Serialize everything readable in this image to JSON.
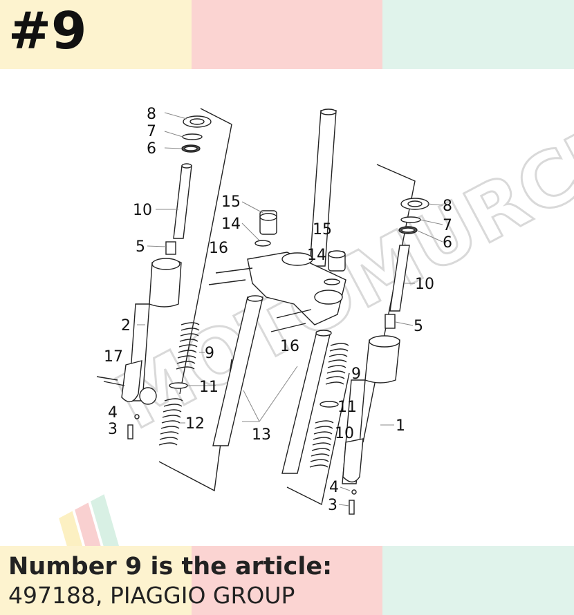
{
  "header": {
    "number_label": "#9"
  },
  "footer": {
    "line1": "Number 9 is the article:",
    "line2": "497188, PIAGGIO GROUP"
  },
  "watermark": {
    "text": "MOTOMURCIA"
  },
  "diagram": {
    "labels": {
      "l8a": "8",
      "l7a": "7",
      "l6a": "6",
      "l10a": "10",
      "l5a": "5",
      "l2": "2",
      "l17": "17",
      "l4a": "4",
      "l3a": "3",
      "l9a": "9",
      "l11a": "11",
      "l12": "12",
      "l15a": "15",
      "l14a": "14",
      "l16a": "16",
      "l15b": "15",
      "l14b": "14",
      "l16b": "16",
      "l13": "13",
      "l8b": "8",
      "l7b": "7",
      "l6b": "6",
      "l10b": "10",
      "l5b": "5",
      "l9b": "9",
      "l11b": "11",
      "l10c": "10",
      "l1": "1",
      "l4b": "4",
      "l3b": "3"
    }
  },
  "colors": {
    "band_yellow": "#fdf3cf",
    "band_pink": "#fbd4d2",
    "band_green": "#e0f3eb"
  }
}
